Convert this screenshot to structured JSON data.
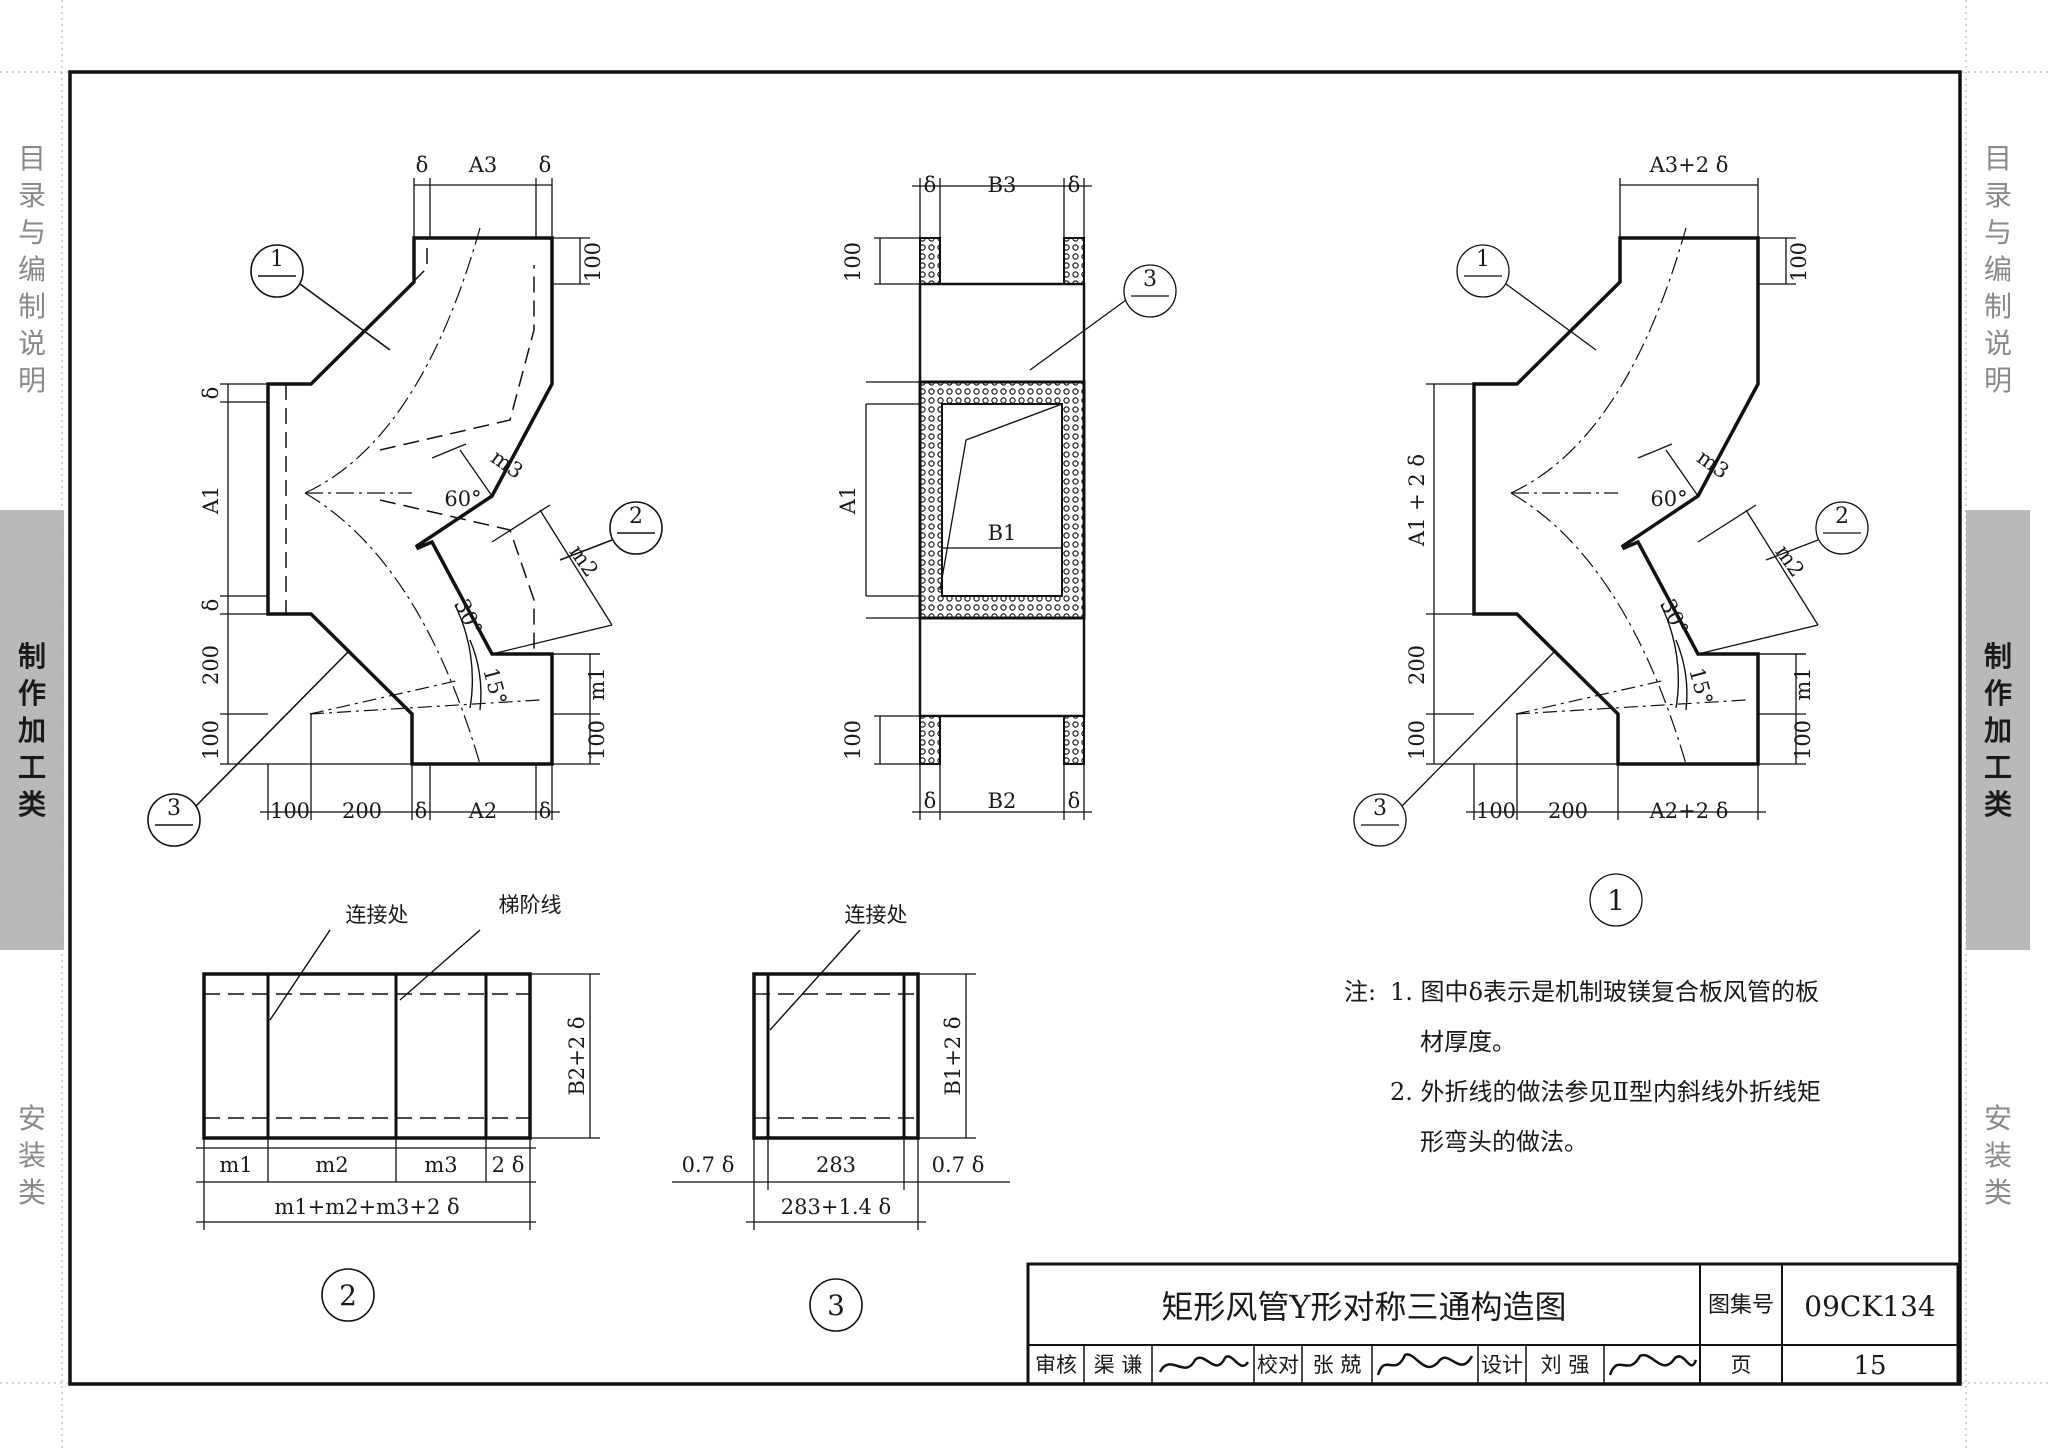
{
  "side_nav": {
    "left": [
      {
        "label": "目录与编制说明",
        "active": false
      },
      {
        "label": "制作加工类",
        "active": true
      },
      {
        "label": "安装类",
        "active": false
      }
    ],
    "right": [
      {
        "label": "目录与编制说明",
        "active": false
      },
      {
        "label": "制作加工类",
        "active": true
      },
      {
        "label": "安装类",
        "active": false
      }
    ]
  },
  "fig1": {
    "top_labels": [
      "δ",
      "A3",
      "δ"
    ],
    "dim_100_top": "100",
    "left_labels": [
      "δ",
      "A1",
      "δ",
      "200",
      "100"
    ],
    "bottom_labels": [
      "100",
      "200",
      "δ",
      "A2",
      "δ"
    ],
    "right_labels": [
      "m1",
      "100",
      "m2",
      "m3"
    ],
    "angles": [
      "60°",
      "30°",
      "15°"
    ]
  },
  "fig_mid": {
    "top_labels": [
      "δ",
      "B3",
      "δ"
    ],
    "bottom_labels": [
      "δ",
      "B2",
      "δ"
    ],
    "left_labels": [
      "100",
      "A1",
      "100"
    ],
    "b1_label": "B1"
  },
  "fig_right": {
    "top_label": "A3+2 δ",
    "dim_100_top": "100",
    "left_labels": [
      "A1 + 2 δ",
      "200",
      "100"
    ],
    "bottom_labels": [
      "100",
      "200",
      "A2+2 δ"
    ],
    "right_labels": [
      "m1",
      "100",
      "m2",
      "m3"
    ],
    "angles": [
      "60°",
      "30°",
      "15°"
    ],
    "figure_number": "1"
  },
  "callouts": {
    "one": "1",
    "two": "2",
    "three": "3"
  },
  "detail2": {
    "label_joint": "连接处",
    "label_step": "梯阶线",
    "bottom_labels": [
      "m1",
      "m2",
      "m3",
      "2 δ"
    ],
    "total": "m1+m2+m3+2 δ",
    "height": "B2+2 δ",
    "figure_number": "2"
  },
  "detail3": {
    "label_joint": "连接处",
    "bottom_labels": [
      "0.7 δ",
      "283",
      "0.7 δ"
    ],
    "total": "283+1.4 δ",
    "height": "B1+2 δ",
    "figure_number": "3"
  },
  "notes": {
    "prefix": "注:",
    "line1": "1. 图中δ表示是机制玻镁复合板风管的板",
    "line1b": "材厚度。",
    "line2": "2. 外折线的做法参见Ⅱ型内斜线外折线矩",
    "line2b": "形弯头的做法。"
  },
  "title_block": {
    "title": "矩形风管Y形对称三通构造图",
    "atlas_label": "图集号",
    "atlas_value": "09CK134",
    "review_label": "审核",
    "reviewer": "渠 谦",
    "check_label": "校对",
    "checker": "张 兢",
    "design_label": "设计",
    "designer": "刘 强",
    "page_label": "页",
    "page_value": "15"
  }
}
